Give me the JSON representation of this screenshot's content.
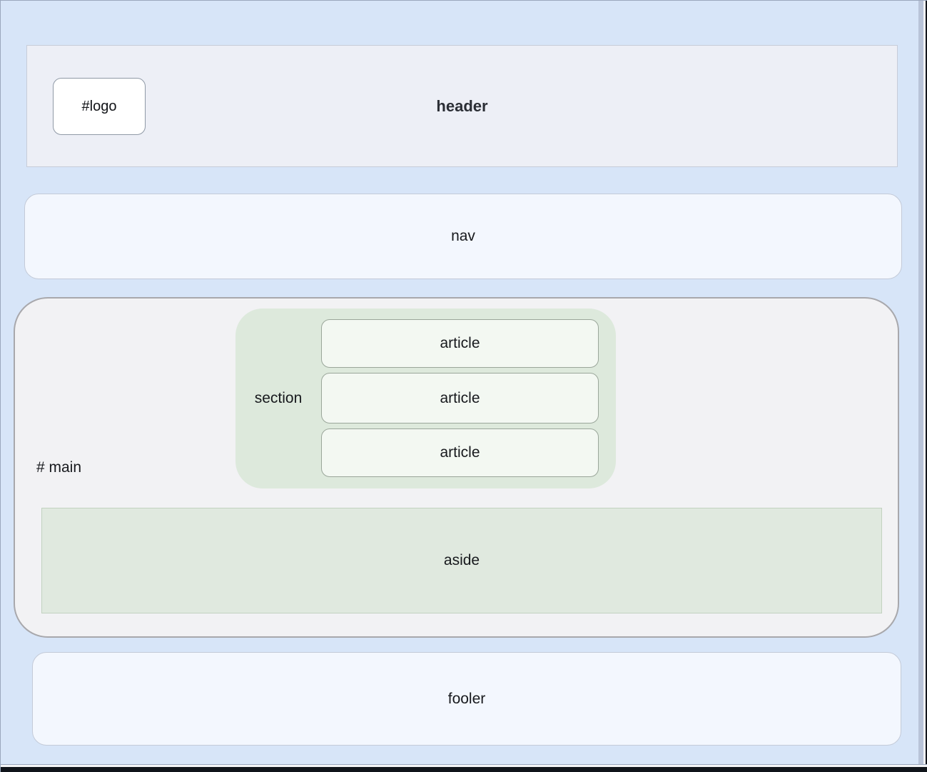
{
  "header": {
    "label": "header",
    "logo_label": "#logo"
  },
  "nav": {
    "label": "nav"
  },
  "main": {
    "label": "# main",
    "section": {
      "label": "section",
      "articles": [
        "article",
        "article",
        "article"
      ]
    },
    "aside": {
      "label": "aside"
    }
  },
  "footer": {
    "label": "fooler"
  },
  "colors": {
    "page_background": "#d7e5f8",
    "header_fill": "#edeff6",
    "nav_footer_fill": "#f3f7fe",
    "main_fill": "#f2f2f4",
    "section_fill": "#dde9dc",
    "article_fill": "#f3f8f2",
    "aside_fill": "#e0e9df",
    "text": "#17191d"
  }
}
